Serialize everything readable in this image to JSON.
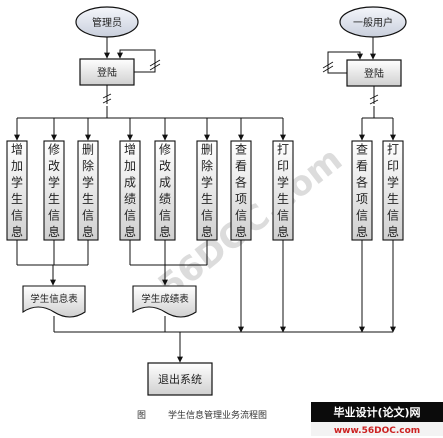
{
  "actors": {
    "admin": "管理员",
    "user": "一般用户"
  },
  "login": {
    "admin": "登陆",
    "user": "登陆"
  },
  "admin_tasks": [
    "增加学生信息",
    "修改学生信息",
    "删除学生信息",
    "增加成绩信息",
    "修改成绩信息",
    "删除学生信息",
    "查看各项信息",
    "打印学生信息"
  ],
  "user_tasks": [
    "查看各项信息",
    "打印学生信息"
  ],
  "data_stores": {
    "student_table": "学生信息表",
    "score_table": "学生成绩表"
  },
  "exit": "退出系统",
  "caption": {
    "prefix": "图",
    "text": "学生信息管理业务流程图"
  },
  "watermark": {
    "banner": "毕业设计(论文)网",
    "site": "www.56DOC.com",
    "diagonal": "56DOC.com"
  },
  "colors": {
    "stroke": "#111111",
    "box_fill_top": "#ffffff",
    "box_fill_bottom": "#d2d2d2",
    "banner_bg": "#0b0b0b",
    "banner_text": "#ffffff",
    "site_text": "#cc2222",
    "watermark": "#d6d6d6"
  }
}
